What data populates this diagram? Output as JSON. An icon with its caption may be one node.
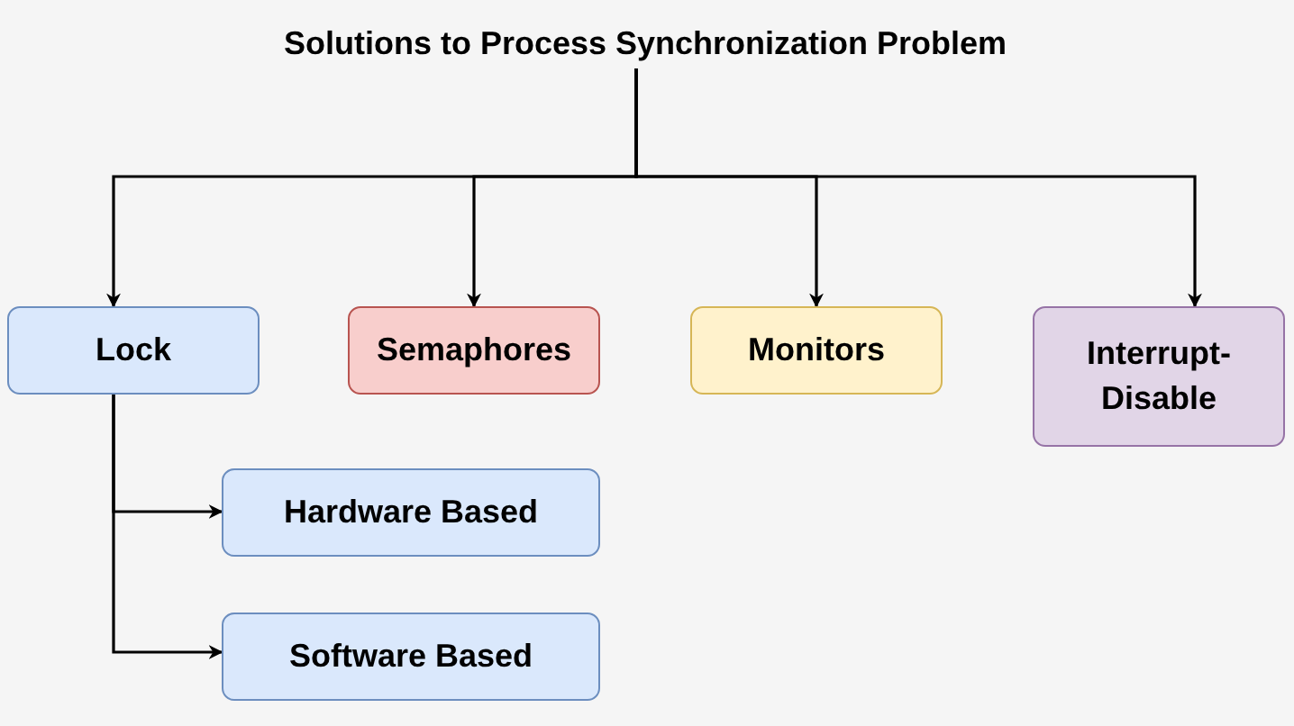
{
  "diagram": {
    "nodes": [
      {
        "text": [
          "Solutions to Process Synchronization Problem"
        ]
      },
      {
        "text": [
          "Lock"
        ]
      },
      {
        "text": [
          "Semaphores"
        ]
      },
      {
        "text": [
          "Monitors"
        ]
      },
      {
        "text": [
          "Interrupt- Disable"
        ]
      },
      {
        "text": [
          "Hardware Based"
        ]
      },
      {
        "text": [
          "Software Based"
        ]
      }
    ],
    "edges": [
      {
        "from": 0,
        "to": 1,
        "arrow": "to"
      },
      {
        "from": 0,
        "to": 2,
        "arrow": "to"
      },
      {
        "from": 0,
        "to": 3,
        "arrow": "to"
      },
      {
        "from": 0,
        "to": 4,
        "arrow": "to"
      },
      {
        "from": 1,
        "to": 5,
        "arrow": "to"
      },
      {
        "from": 1,
        "to": 6,
        "arrow": "to"
      }
    ]
  }
}
